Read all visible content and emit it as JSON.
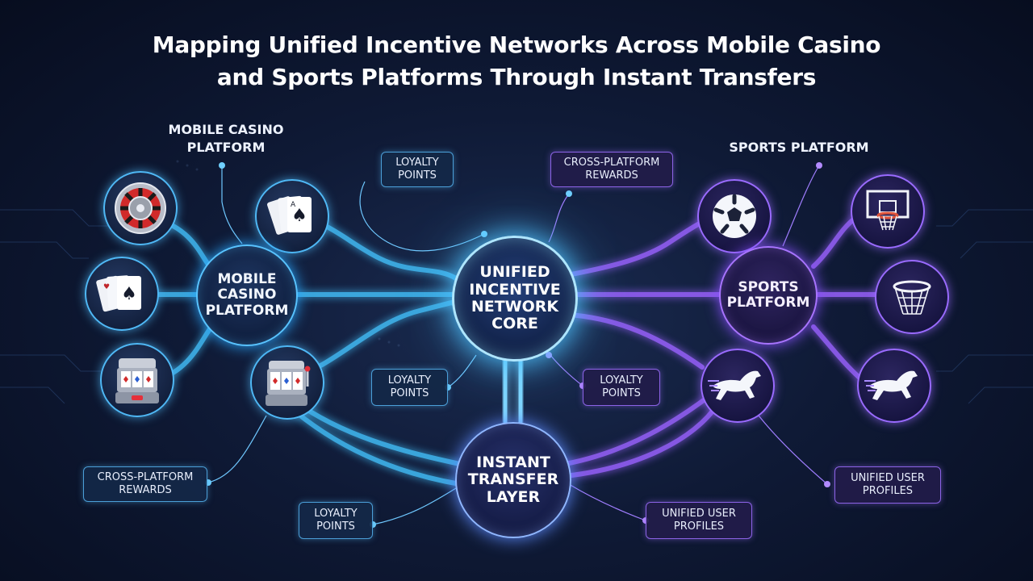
{
  "title": {
    "line1": "Mapping Unified Incentive Networks Across Mobile Casino",
    "line2": "and Sports Platforms Through Instant Transfers"
  },
  "headings": {
    "casino": [
      "MOBILE CASINO",
      "PLATFORM"
    ],
    "sports": "SPORTS PLATFORM"
  },
  "hubs": {
    "casino": [
      "MOBILE",
      "CASINO",
      "PLATFORM"
    ],
    "core": [
      "UNIFIED",
      "INCENTIVE",
      "NETWORK",
      "CORE"
    ],
    "sports": [
      "SPORTS",
      "PLATFORM"
    ],
    "transfer": [
      "INSTANT",
      "TRANSFER",
      "LAYER"
    ]
  },
  "tags": {
    "loyalty_top": [
      "LOYALTY",
      "POINTS"
    ],
    "cross_top": [
      "CROSS-PLATFORM",
      "REWARDS"
    ],
    "loyalty_mid_left": [
      "LOYALTY",
      "POINTS"
    ],
    "loyalty_mid_right": [
      "LOYALTY",
      "POINTS"
    ],
    "cross_bottom_left": [
      "CROSS-PLATFORM",
      "REWARDS"
    ],
    "loyalty_bottom": [
      "LOYALTY",
      "POINTS"
    ],
    "profiles_bottom": [
      "UNIFIED USER",
      "PROFILES"
    ],
    "profiles_right": [
      "UNIFIED USER",
      "PROFILES"
    ]
  },
  "icons": {
    "casino": [
      "roulette-icon",
      "card-fan-icon",
      "playing-cards-icon",
      "slot-machine-icon",
      "slot-machine-icon"
    ],
    "sports": [
      "soccer-ball-icon",
      "basketball-hoop-icon",
      "basketball-net-icon",
      "racehorse-icon",
      "racehorse-icon"
    ]
  },
  "colors": {
    "casino_accent": "#4fc3ff",
    "sports_accent": "#a06bff",
    "background": "#0f1a36"
  }
}
